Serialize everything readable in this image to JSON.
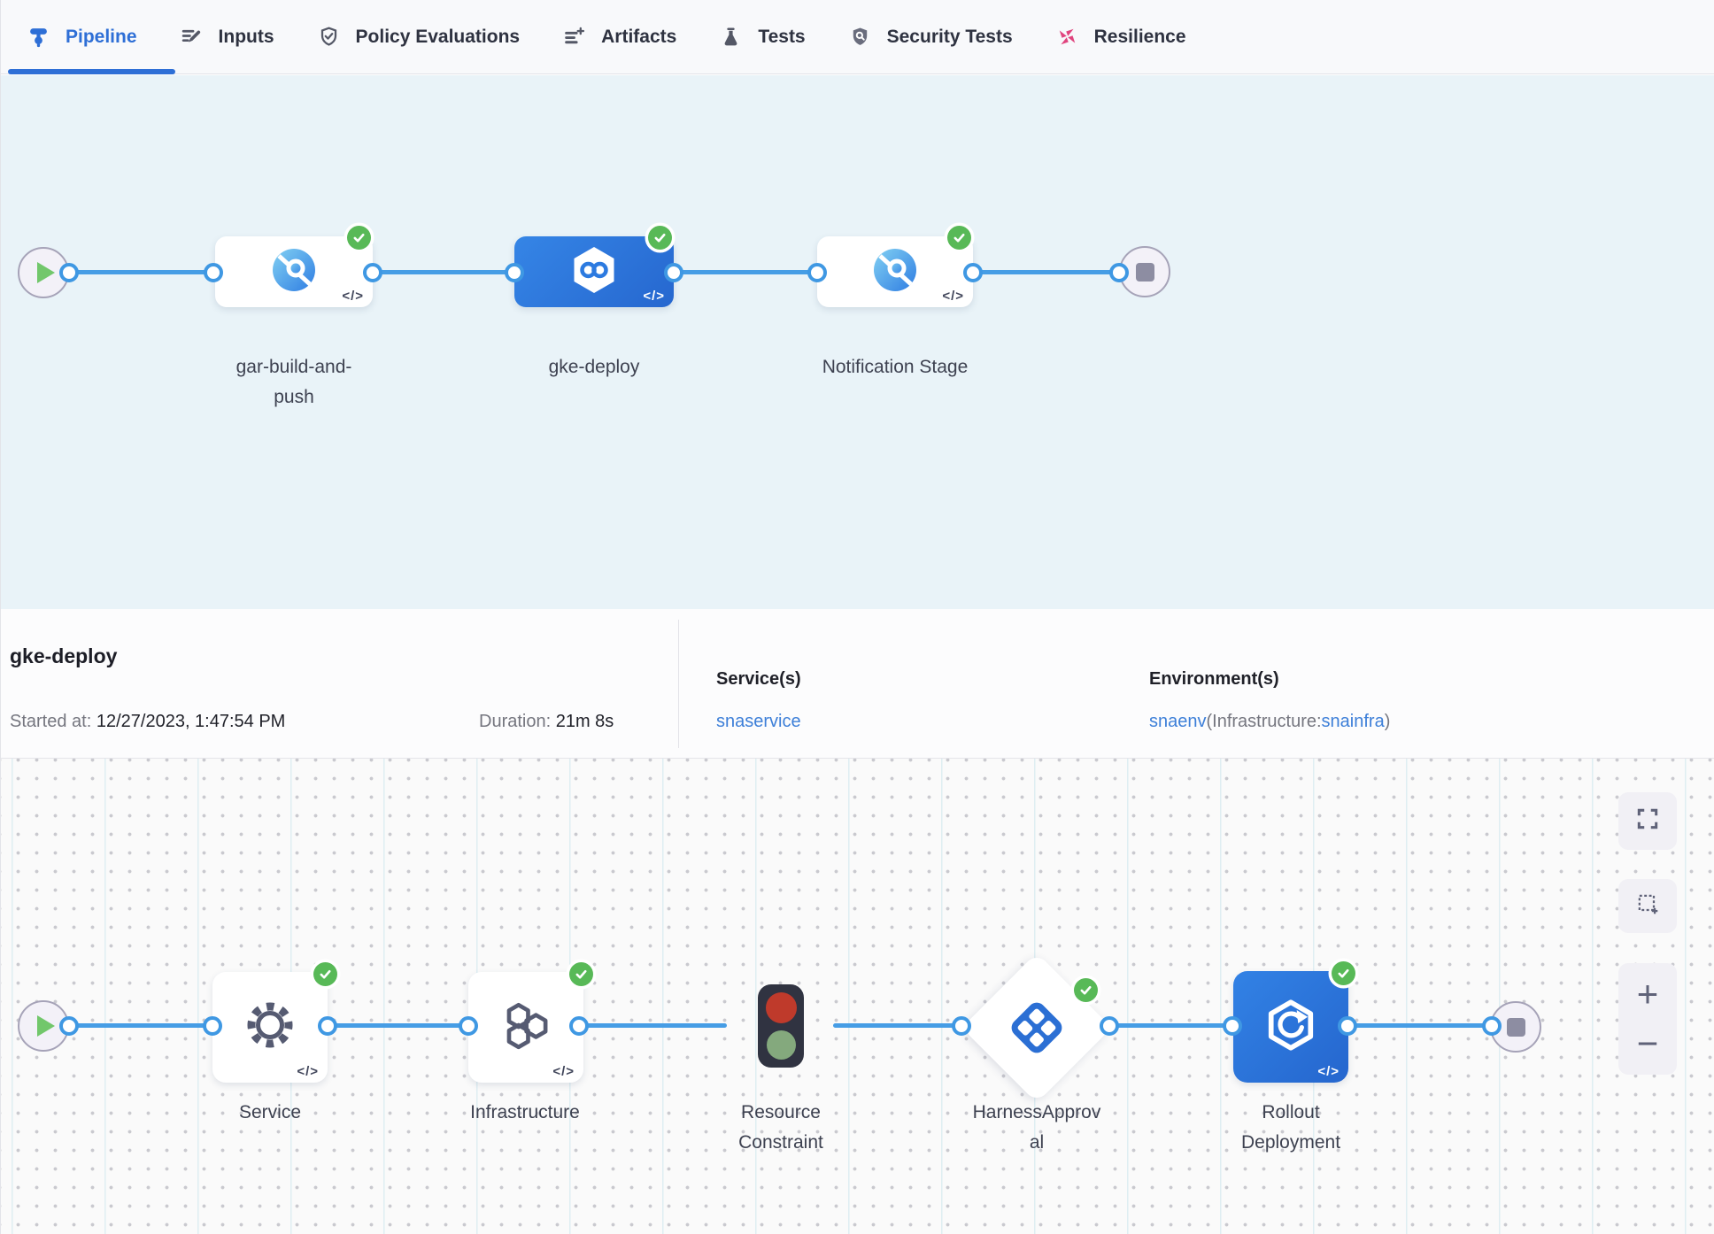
{
  "tabs": {
    "items": [
      {
        "label": "Pipeline",
        "icon": "pipeline-icon",
        "active": true
      },
      {
        "label": "Inputs",
        "icon": "inputs-icon",
        "active": false
      },
      {
        "label": "Policy Evaluations",
        "icon": "policy-evaluations-icon",
        "active": false
      },
      {
        "label": "Artifacts",
        "icon": "artifacts-icon",
        "active": false
      },
      {
        "label": "Tests",
        "icon": "tests-icon",
        "active": false
      },
      {
        "label": "Security Tests",
        "icon": "security-tests-icon",
        "active": false
      },
      {
        "label": "Resilience",
        "icon": "resilience-icon",
        "active": false
      }
    ]
  },
  "ui": {
    "code_glyph": "</>"
  },
  "colors": {
    "accent_blue": "#2e6fd6",
    "edge_blue": "#469de5",
    "success_green": "#58b957",
    "selected_stage_blue": "#2d7ce0",
    "link_blue": "#3d7fd8",
    "resilience_pink": "#e0447e"
  },
  "stage_graph": {
    "stages": [
      {
        "name": "gar-build-and-push",
        "status": "success",
        "selected": false
      },
      {
        "name": "gke-deploy",
        "status": "success",
        "selected": true
      },
      {
        "name": "Notification Stage",
        "status": "success",
        "selected": false
      }
    ]
  },
  "details": {
    "title": "gke-deploy",
    "started_label": "Started at:",
    "started_value": "12/27/2023, 1:47:54 PM",
    "duration_label": "Duration:",
    "duration_value": "21m 8s",
    "services_label": "Service(s)",
    "service_link": "snaservice",
    "environments_label": "Environment(s)",
    "env_link": "snaenv",
    "env_infra_prefix": "(Infrastructure:",
    "env_infra_link": "snainfra",
    "env_suffix": ")"
  },
  "execution_graph": {
    "steps": [
      {
        "name": "Service",
        "status": "success"
      },
      {
        "name": "Infrastructure",
        "status": "success"
      },
      {
        "name": "Resource Constraint",
        "status": "none"
      },
      {
        "name": "HarnessApproval",
        "status": "success"
      },
      {
        "name": "Rollout Deployment",
        "status": "success"
      }
    ],
    "controls": {
      "zoom_in": "+",
      "zoom_out": "−"
    }
  }
}
